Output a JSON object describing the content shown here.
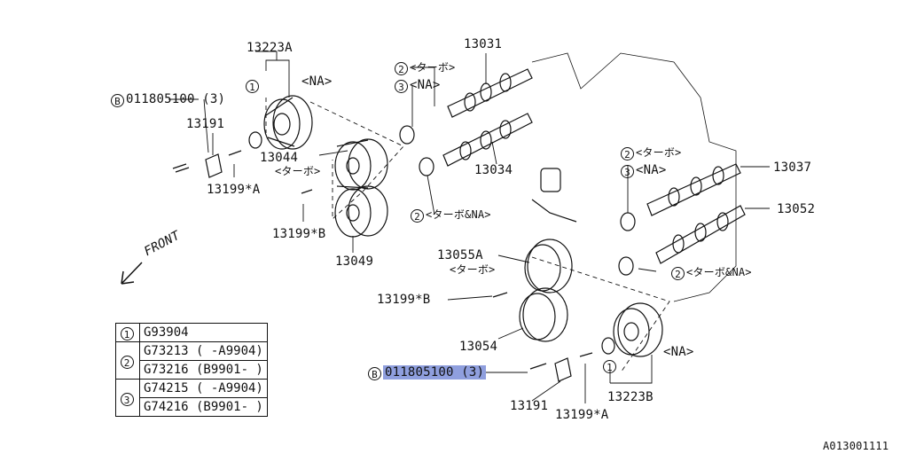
{
  "watermark": "A013001111",
  "front_label": "FRONT",
  "na": "<NA>",
  "turbo": "<ターボ>",
  "turbo_na": "<ターボ&NA>",
  "legend": [
    {
      "key": "1",
      "values": [
        "G93904"
      ]
    },
    {
      "key": "2",
      "values": [
        "G73213 ( -A9904)",
        "G73216 (B9901- )"
      ]
    },
    {
      "key": "3",
      "values": [
        "G74215 ( -A9904)",
        "G74216 (B9901- )"
      ]
    }
  ],
  "parts": {
    "p13223A": "13223A",
    "p13223B": "13223B",
    "p13031": "13031",
    "p13034": "13034",
    "p13037": "13037",
    "p13052": "13052",
    "p13044": "13044",
    "p13049": "13049",
    "p13055A": "13055A",
    "p13054": "13054",
    "p13191_top": "13191",
    "p13191_bot": "13191",
    "p13199A_top": "13199*A",
    "p13199A_bot": "13199*A",
    "p13199B_left": "13199*B",
    "p13199B_mid": "13199*B",
    "bolt_top": "011805100 (3)",
    "bolt_bot": "011805100 (3)"
  },
  "markers": {
    "b": "B",
    "one": "1",
    "two": "2",
    "three": "3"
  }
}
